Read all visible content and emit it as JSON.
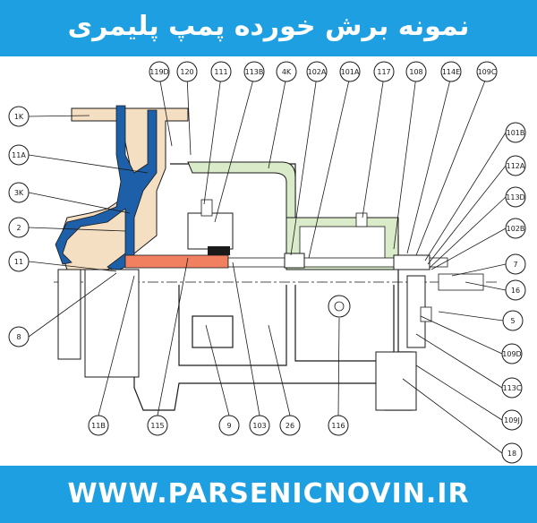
{
  "header": {
    "title": "نمونه برش خورده پمپ پلیمری"
  },
  "footer": {
    "url": "WWW.PARSENICNOVIN.IR"
  },
  "colors": {
    "banner": "#1e9fe2",
    "casing_fill": "#f5dfc3",
    "liner": "#1d5fa8",
    "frame_fill": "#d9ebc8",
    "shaft_fill": "#f08060",
    "outline": "#1a1a1a"
  },
  "callouts": {
    "top": [
      "119D",
      "120",
      "111",
      "113B",
      "4K",
      "102A",
      "101A",
      "117",
      "108",
      "114E",
      "109C"
    ],
    "left": [
      "1K",
      "11A",
      "3K",
      "2",
      "11",
      "8"
    ],
    "right": [
      "101B",
      "112A",
      "113D",
      "102B",
      "7",
      "16",
      "5",
      "109D",
      "113C",
      "109J",
      "18"
    ],
    "bottom": [
      "11B",
      "115",
      "9",
      "103",
      "26",
      "116"
    ]
  }
}
